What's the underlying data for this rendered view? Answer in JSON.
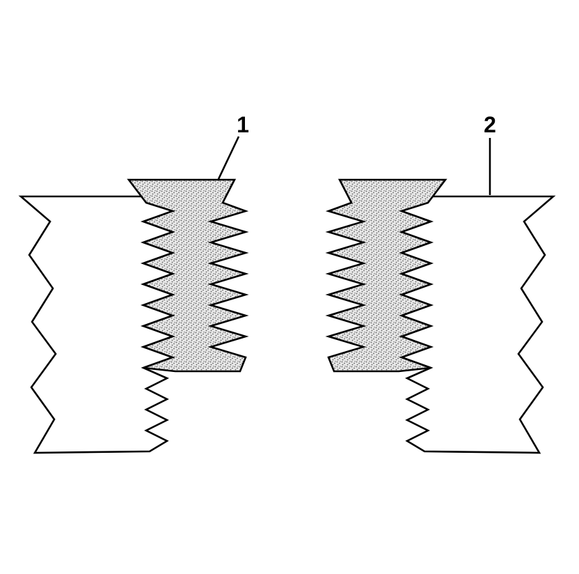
{
  "figure": {
    "type": "technical-illustration",
    "background_color": "#ffffff",
    "line_color": "#000000",
    "stipple_base_color": "#e8e8e8",
    "stipple_dot_color": "#606060",
    "callouts": [
      {
        "id": "1",
        "label": "1"
      },
      {
        "id": "2",
        "label": "2"
      }
    ]
  }
}
